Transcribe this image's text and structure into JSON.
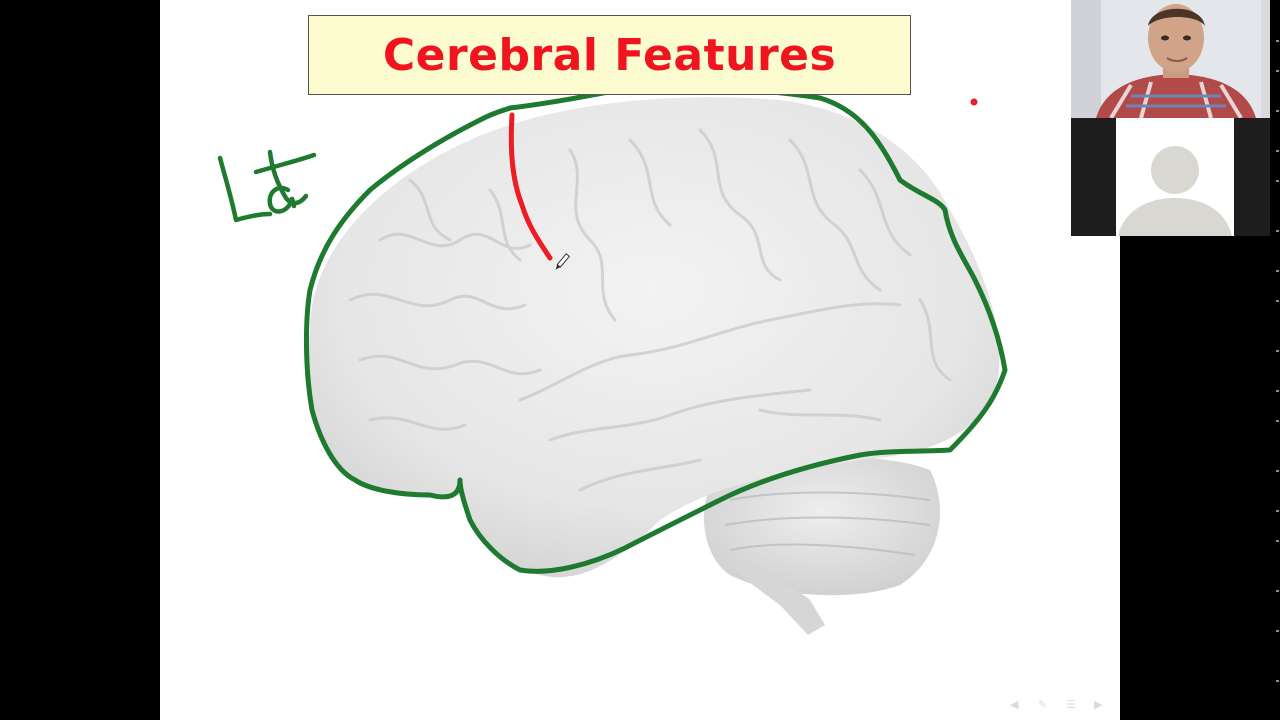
{
  "slide": {
    "title": "Cerebral Features",
    "annotation_text": "Lat",
    "colors": {
      "title_text": "#f0141e",
      "title_background": "#fdfcd0",
      "outline_ink": "#1e7a2e",
      "marker_ink": "#ee1c25"
    }
  },
  "slide_nav": {
    "icons": [
      "previous-icon",
      "pen-icon",
      "menu-icon",
      "next-icon"
    ]
  },
  "video_panel": {
    "icons": [
      "presenter-video",
      "user-avatar-icon"
    ]
  }
}
